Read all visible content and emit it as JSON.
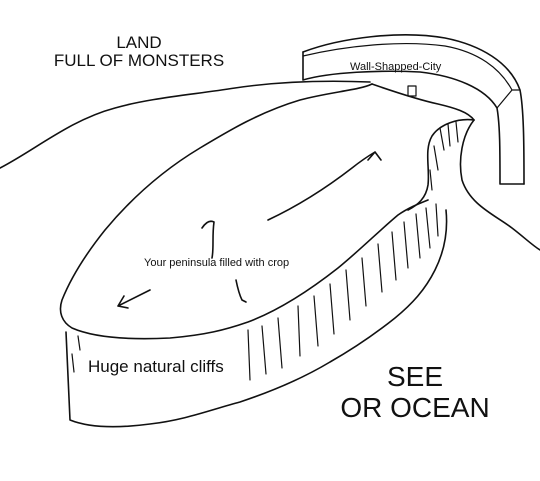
{
  "labels": {
    "land_line1": "LAND",
    "land_line2": "FULL OF MONSTERS",
    "city": "Wall-Shapped-City",
    "peninsula": "Your peninsula filled with crop",
    "cliffs": "Huge natural cliffs",
    "sea_line1": "SEE",
    "sea_line2": "OR OCEAN"
  }
}
